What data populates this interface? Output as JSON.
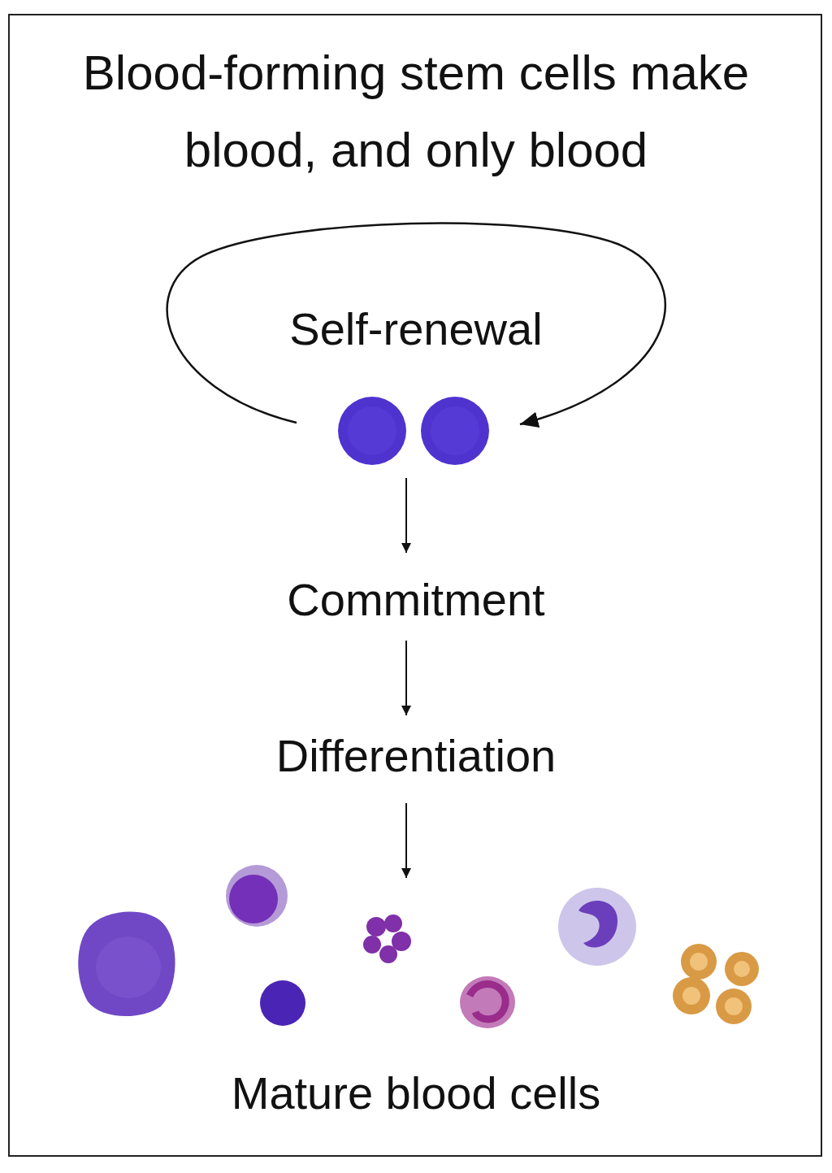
{
  "diagram": {
    "title": "Blood-forming stem cells make blood, and only blood",
    "labels": [
      "Self-renewal",
      "Commitment",
      "Differentiation",
      "Mature blood cells"
    ]
  }
}
